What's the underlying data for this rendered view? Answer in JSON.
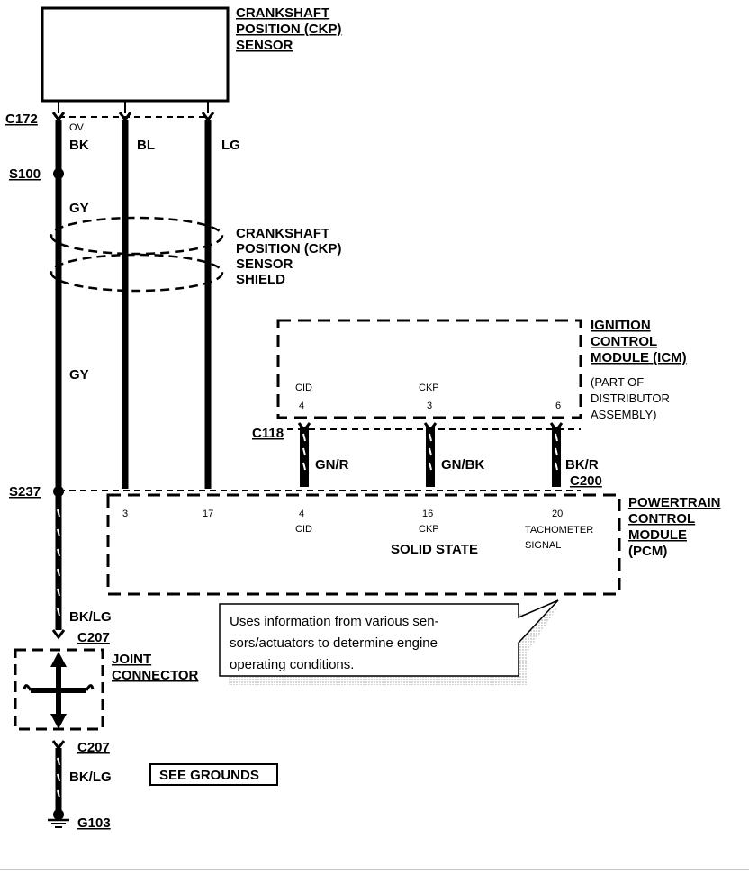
{
  "sensor": {
    "title_lines": [
      "CRANKSHAFT",
      "POSITION (CKP)",
      "SENSOR"
    ]
  },
  "connectors": {
    "c172": "C172",
    "c118": "C118",
    "c200": "C200",
    "c207_top": "C207",
    "c207_bottom": "C207"
  },
  "splices": {
    "s100": "S100",
    "s237": "S237"
  },
  "ground": "G103",
  "wires": {
    "ov": "OV",
    "bk": "BK",
    "bl": "BL",
    "lg": "LG",
    "gy_upper": "GY",
    "gy_lower": "GY",
    "bklg_upper": "BK/LG",
    "bklg_lower": "BK/LG",
    "gnr": "GN/R",
    "gnbk": "GN/BK",
    "bkr": "BK/R"
  },
  "shield": {
    "lines": [
      "CRANKSHAFT",
      "POSITION (CKP)",
      "SENSOR",
      "SHIELD"
    ]
  },
  "icm": {
    "title_lines": [
      "IGNITION",
      "CONTROL",
      "MODULE (ICM)"
    ],
    "note_lines": [
      "(PART OF",
      "DISTRIBUTOR",
      "ASSEMBLY)"
    ],
    "pins": [
      {
        "name": "CID",
        "number": "4"
      },
      {
        "name": "CKP",
        "number": "3"
      },
      {
        "name": "",
        "number": "6"
      }
    ]
  },
  "pcm": {
    "title_lines": [
      "POWERTRAIN",
      "CONTROL",
      "MODULE",
      "(PCM)"
    ],
    "solid_state": "SOLID STATE",
    "pins": [
      {
        "number": "3",
        "name": ""
      },
      {
        "number": "17",
        "name": ""
      },
      {
        "number": "4",
        "name": "CID"
      },
      {
        "number": "16",
        "name": "CKP"
      },
      {
        "number": "20",
        "name": "TACHOMETER"
      }
    ],
    "tach_signal": "SIGNAL"
  },
  "callout": {
    "lines": [
      "Uses information from various sen-",
      "sors/actuators to determine engine",
      "operating conditions."
    ]
  },
  "joint_connector": {
    "lines": [
      "JOINT",
      "CONNECTOR"
    ]
  },
  "see_grounds": "SEE GROUNDS"
}
